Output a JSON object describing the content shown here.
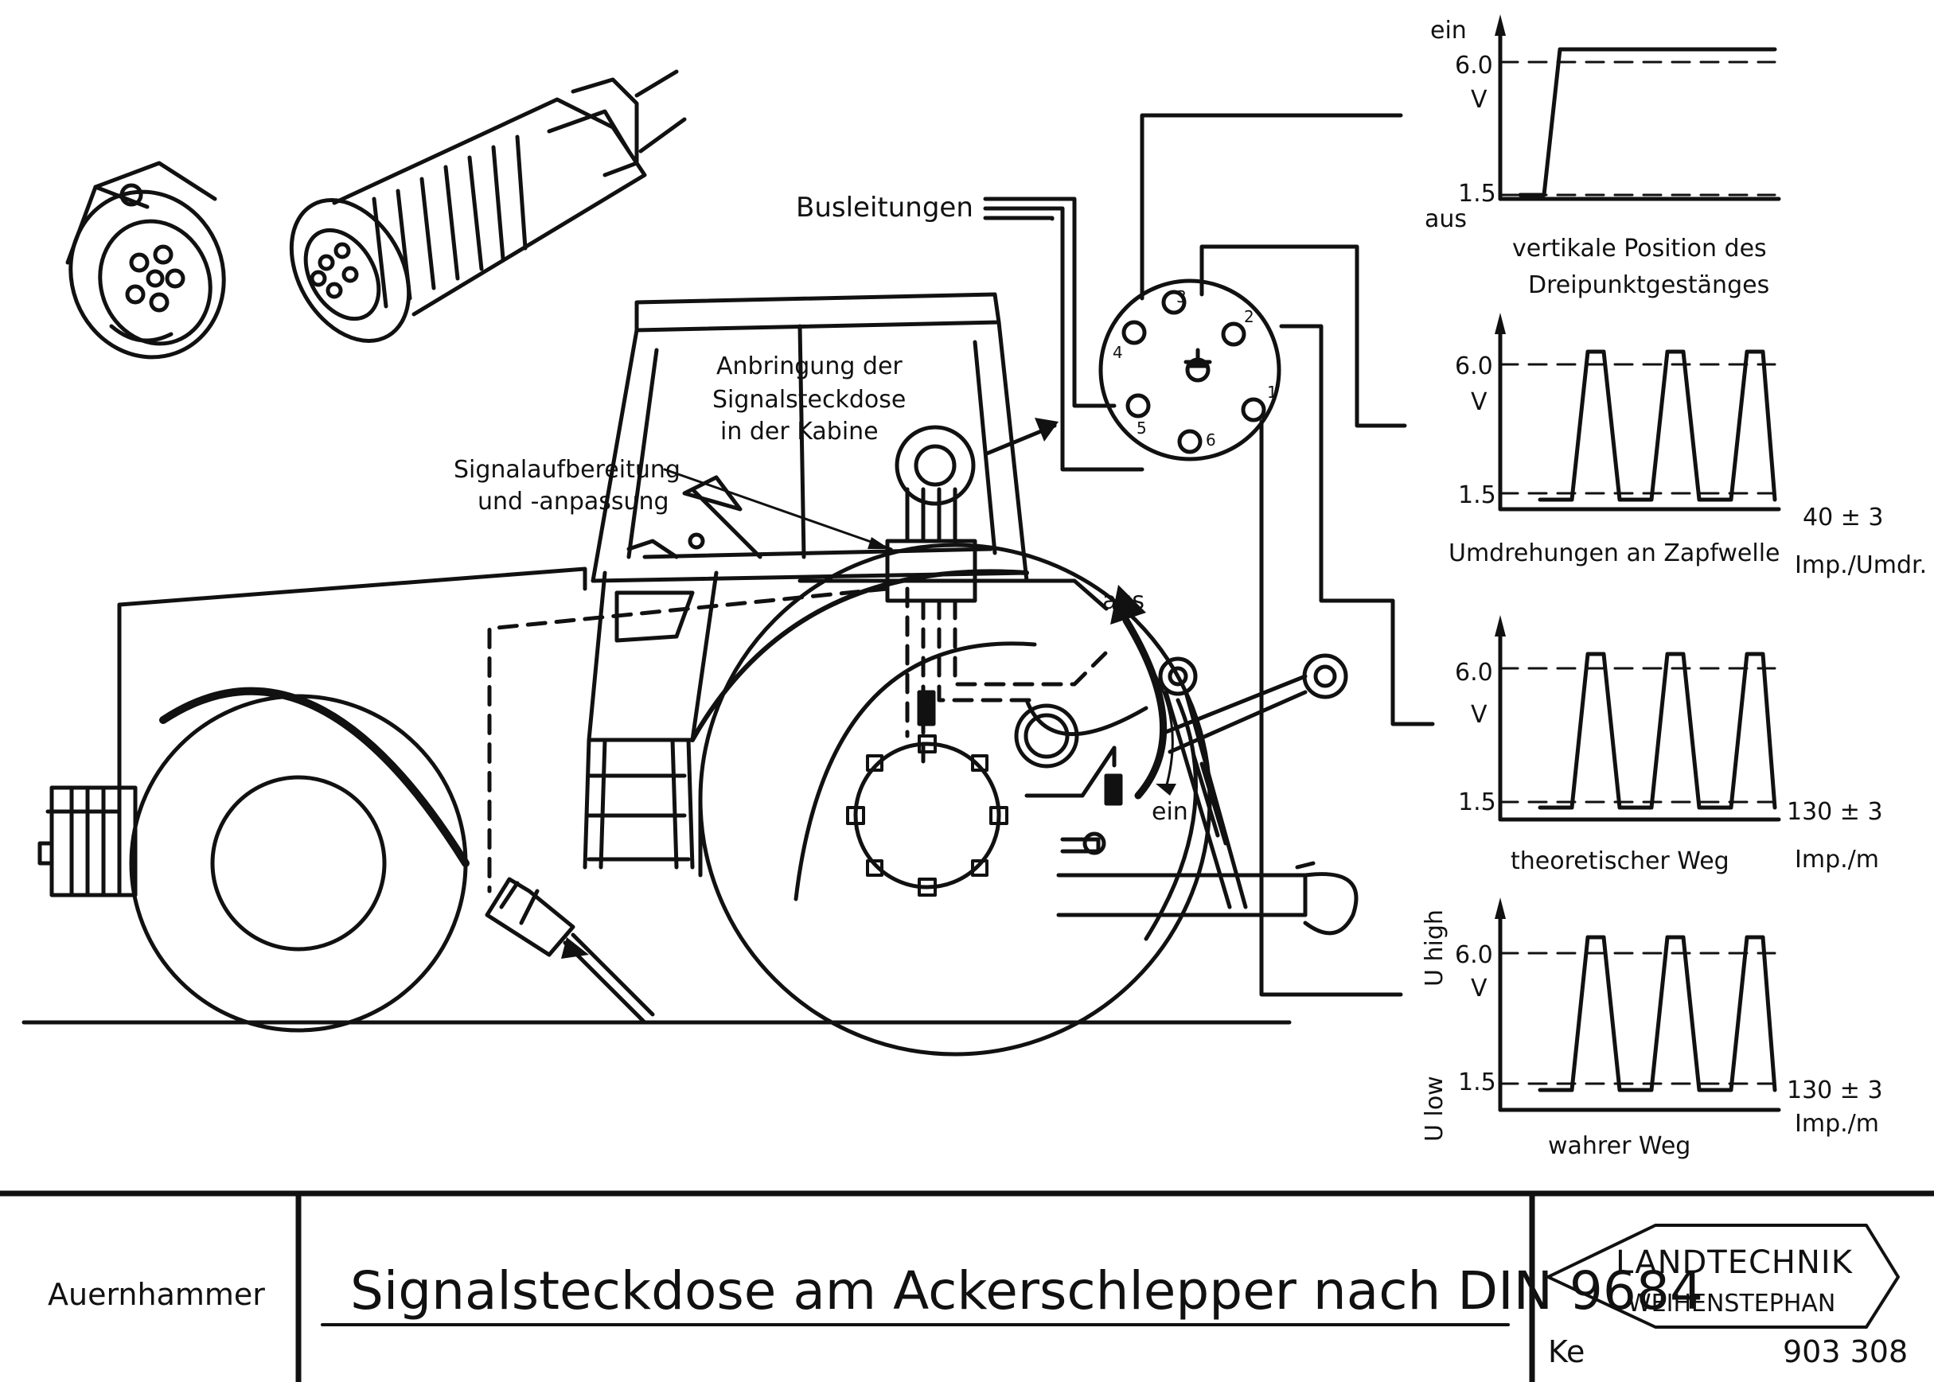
{
  "drawing": {
    "bus_label": "Busleitungen",
    "mount_label": [
      "Anbringung der",
      "Signalsteckdose",
      "in der Kabine"
    ],
    "signal_label": [
      "Signalaufbereitung",
      "und -anpassung"
    ],
    "lever_aus": "aus",
    "lever_ein": "ein",
    "socket_pins": [
      "1",
      "2",
      "3",
      "4",
      "5",
      "6"
    ]
  },
  "graphs": [
    {
      "caption": [
        "vertikale Position des",
        "Dreipunktgestänges"
      ],
      "top_label": "ein",
      "bottom_label": "aus",
      "y_high": "6.0",
      "y_unit": "V",
      "y_low": "1.5",
      "rate": "",
      "rate_unit": ""
    },
    {
      "caption": [
        "Umdrehungen an Zapfwelle"
      ],
      "y_high": "6.0",
      "y_unit": "V",
      "y_low": "1.5",
      "rate": "40  ±  3",
      "rate_unit": "Imp./Umdr."
    },
    {
      "caption": [
        "theoretischer Weg"
      ],
      "y_high": "6.0",
      "y_unit": "V",
      "y_low": "1.5",
      "rate": "130  ±  3",
      "rate_unit": "Imp./m"
    },
    {
      "caption": [
        "wahrer Weg"
      ],
      "y_high": "6.0",
      "y_unit": "V",
      "y_low": "1.5",
      "side_high": "U high",
      "side_low": "U low",
      "rate": "130  ±  3",
      "rate_unit": "Imp./m"
    }
  ],
  "footer": {
    "author": "Auernhammer",
    "title": "Signalsteckdose am Ackerschlepper nach DIN 9684",
    "logo_line1": "LANDTECHNIK",
    "logo_line2": "WEIHENSTEPHAN",
    "code": "Ke",
    "number": "903 308"
  }
}
